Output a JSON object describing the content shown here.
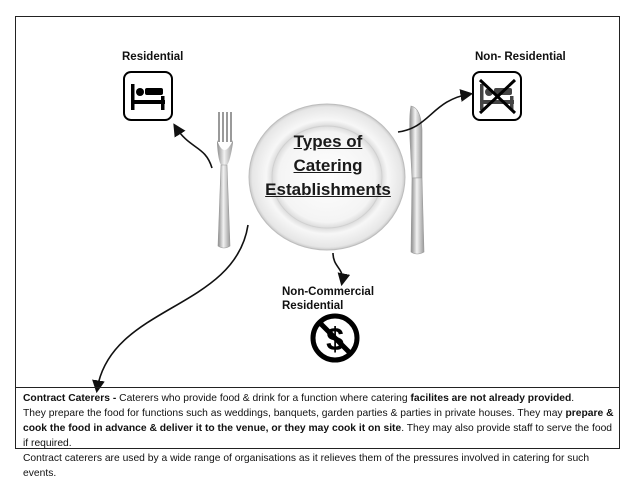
{
  "labels": {
    "residential": "Residential",
    "non_residential": "Non- Residential",
    "non_commercial_line1": "Non-Commercial",
    "non_commercial_line2": "Residential"
  },
  "title": {
    "line1": "Types of",
    "line2": "Catering",
    "line3": "Establishments"
  },
  "description": {
    "lead_bold": "Contract Caterers",
    "lead_sep": "  - ",
    "sentence1": "Caterers who provide food & drink for a function where catering ",
    "sentence1_bold": "facilites are not already provided",
    "sentence1_end": ".",
    "sentence2": "They prepare the food for functions such as weddings, banquets, garden parties & parties in private houses.  They may ",
    "sentence2_bold": "prepare & cook the food in advance & deliver it to the venue, or they may cook it on site",
    "sentence2_end": ".  They may also provide staff to serve the food if required.",
    "sentence3": "Contract caterers are used by a wide range of organisations as it relieves them of the pressures involved in catering for such events."
  },
  "icons": {
    "residential": "bed-icon",
    "non_residential": "no-bed-icon",
    "non_commercial": "no-dollar-icon",
    "plate": "plate-icon",
    "fork": "fork-icon",
    "knife": "knife-icon"
  }
}
